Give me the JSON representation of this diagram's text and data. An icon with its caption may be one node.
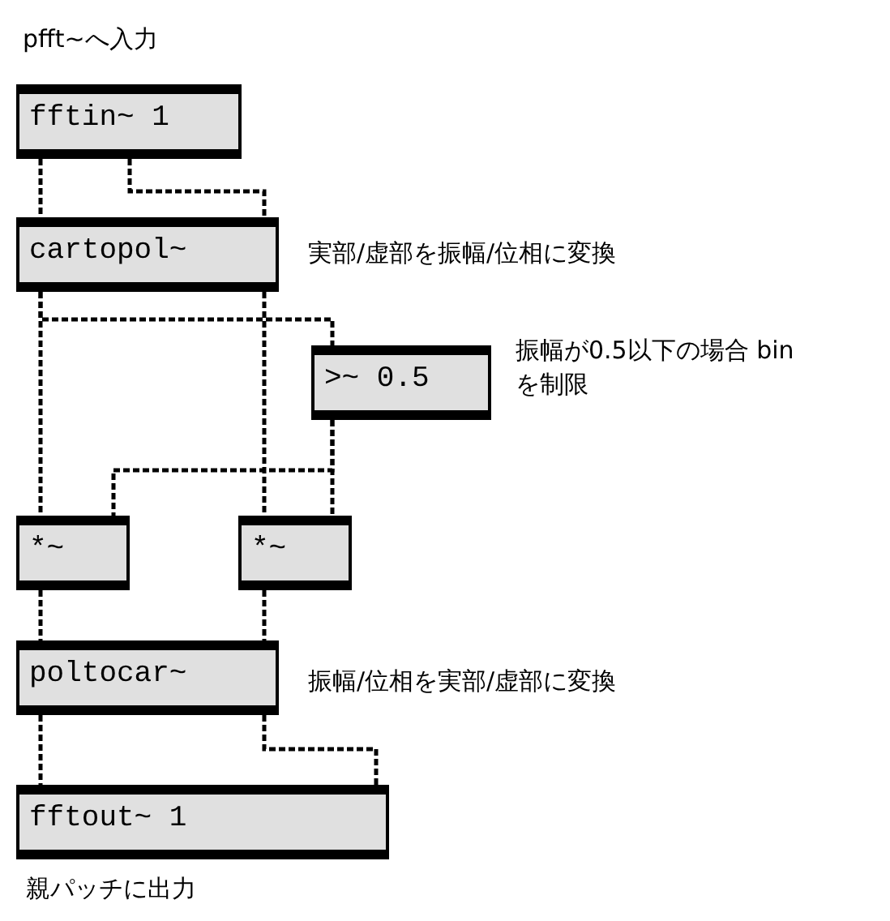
{
  "diagram": {
    "nodes": [
      {
        "text": [
          "fftin~ 1"
        ],
        "beside": [
          "pfft~へ入力"
        ]
      },
      {
        "text": [
          "cartopol~"
        ],
        "beside": [
          "実部/虚部を振幅/位相に変換"
        ]
      },
      {
        "text": [
          ">~ 0.5"
        ],
        "beside": [
          "振幅が0.5以下の場合 binを制限"
        ]
      },
      {
        "text": [
          "*~"
        ]
      },
      {
        "text": [
          "*~"
        ]
      },
      {
        "text": [
          "poltocar~"
        ],
        "beside": [
          "振幅/位相を実部/虚部に変換"
        ]
      },
      {
        "text": [
          "fftout~ 1"
        ],
        "beside": [
          "親パッチに出力"
        ]
      }
    ],
    "edges": [
      {
        "from": 0,
        "to": 1,
        "arrow": "none"
      },
      {
        "from": 0,
        "to": 1,
        "arrow": "none"
      },
      {
        "from": 1,
        "to": 2,
        "arrow": "none"
      },
      {
        "from": 1,
        "to": 3,
        "arrow": "none"
      },
      {
        "from": 1,
        "to": 4,
        "arrow": "none"
      },
      {
        "from": 2,
        "to": 3,
        "arrow": "none"
      },
      {
        "from": 2,
        "to": 4,
        "arrow": "none"
      },
      {
        "from": 3,
        "to": 5,
        "arrow": "none"
      },
      {
        "from": 4,
        "to": 5,
        "arrow": "none"
      },
      {
        "from": 5,
        "to": 6,
        "arrow": "none"
      },
      {
        "from": 5,
        "to": 6,
        "arrow": "none"
      }
    ]
  }
}
